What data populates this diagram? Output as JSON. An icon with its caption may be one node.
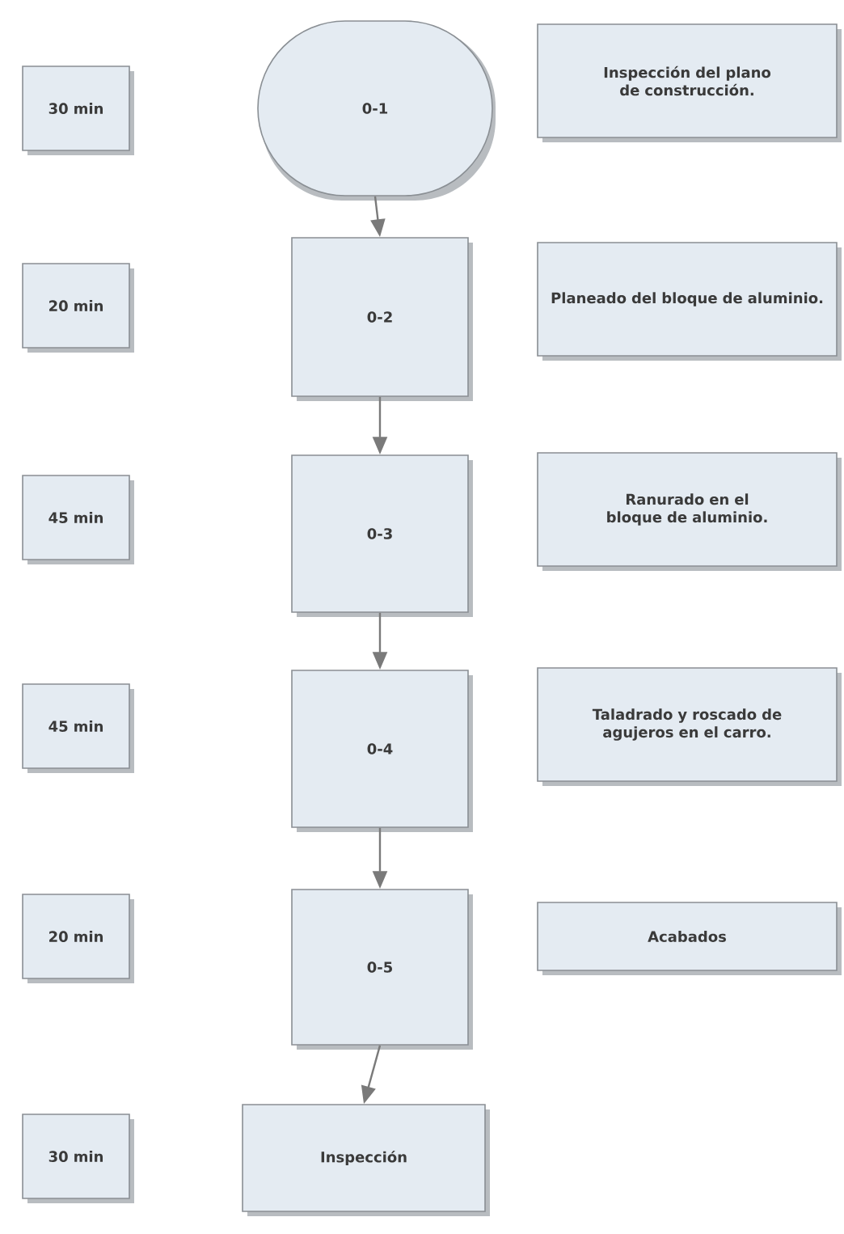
{
  "diagram": {
    "nodes": [
      {
        "text": [
          "30 min"
        ]
      },
      {
        "text": [
          "0-1"
        ]
      },
      {
        "text": [
          "Inspección del plano de construcción."
        ]
      },
      {
        "text": [
          "20 min"
        ]
      },
      {
        "text": [
          "0-2"
        ]
      },
      {
        "text": [
          "Planeado del bloque de aluminio."
        ]
      },
      {
        "text": [
          "45 min"
        ]
      },
      {
        "text": [
          "0-3"
        ]
      },
      {
        "text": [
          "Ranurado en el bloque de aluminio."
        ]
      },
      {
        "text": [
          "45 min"
        ]
      },
      {
        "text": [
          "0-4"
        ]
      },
      {
        "text": [
          "Taladrado y roscado de agujeros en el carro."
        ]
      },
      {
        "text": [
          "20 min"
        ]
      },
      {
        "text": [
          "0-5"
        ]
      },
      {
        "text": [
          "Acabados"
        ]
      },
      {
        "text": [
          "30 min"
        ]
      },
      {
        "text": [
          "Inspección"
        ]
      }
    ],
    "edges": [
      {
        "from": 1,
        "to": 4,
        "arrow": "to"
      },
      {
        "from": 4,
        "to": 7,
        "arrow": "to"
      },
      {
        "from": 7,
        "to": 10,
        "arrow": "to"
      },
      {
        "from": 10,
        "to": 13,
        "arrow": "to"
      },
      {
        "from": 13,
        "to": 16,
        "arrow": "to"
      }
    ]
  }
}
